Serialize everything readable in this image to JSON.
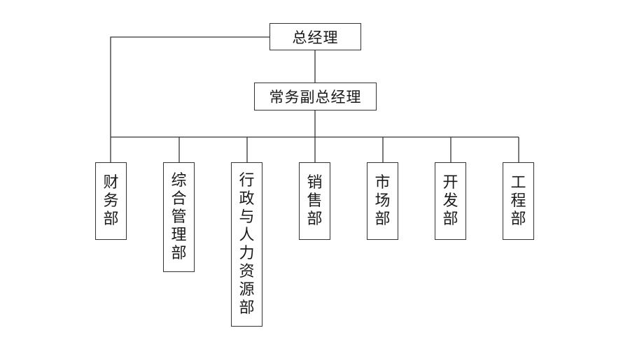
{
  "org_chart": {
    "top": {
      "label": "总经理"
    },
    "deputy": {
      "label": "常务副总经理"
    },
    "departments": [
      {
        "label": "财务部"
      },
      {
        "label": "综合管理部"
      },
      {
        "label": "行政与人力资源部"
      },
      {
        "label": "销售部"
      },
      {
        "label": "市场部"
      },
      {
        "label": "开发部"
      },
      {
        "label": "工程部"
      }
    ]
  }
}
